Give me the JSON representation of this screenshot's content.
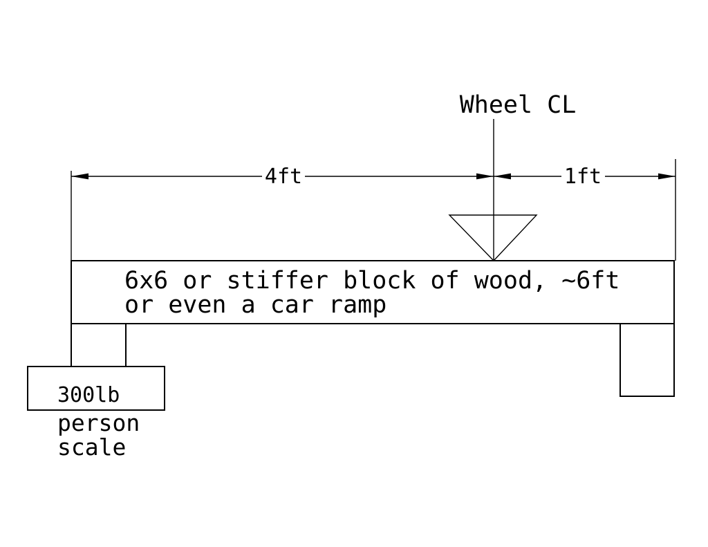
{
  "diagram": {
    "wheel_cl_label": "Wheel CL",
    "dimensions": {
      "left_span_label": "4ft",
      "right_span_label": "1ft"
    },
    "beam": {
      "note_line1": "6x6 or stiffer block of wood, ~6ft",
      "note_line2": "or even a car ramp"
    },
    "scale": {
      "box_label": "300lb",
      "caption_line1": "person",
      "caption_line2": "scale"
    },
    "colors": {
      "line": "#000000",
      "background": "#ffffff"
    }
  }
}
